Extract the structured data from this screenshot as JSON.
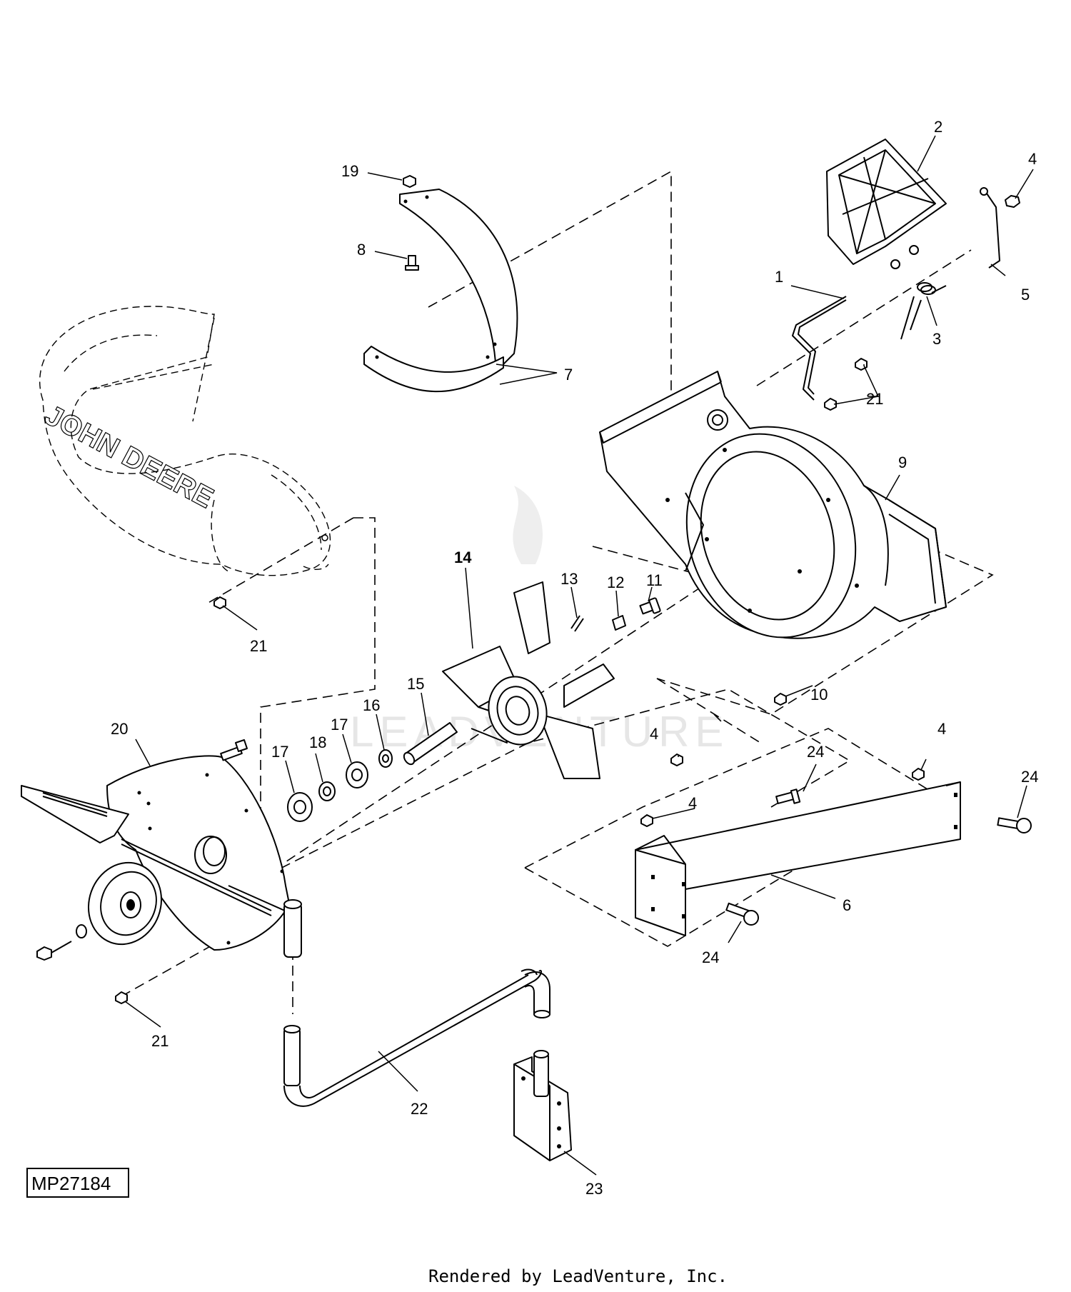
{
  "diagram_id": "MP27184",
  "footer": "Rendered by LeadVenture, Inc.",
  "watermark": "LEADVENTURE",
  "logo_text": "JOHN DEERE",
  "callouts": {
    "c1": "1",
    "c2": "2",
    "c3": "3",
    "c4a": "4",
    "c4b": "4",
    "c4c": "4",
    "c4d": "4",
    "c5": "5",
    "c6": "6",
    "c7": "7",
    "c8": "8",
    "c9": "9",
    "c10": "10",
    "c11": "11",
    "c12": "12",
    "c13": "13",
    "c14": "14",
    "c15": "15",
    "c16": "16",
    "c17a": "17",
    "c17b": "17",
    "c18": "18",
    "c19": "19",
    "c20": "20",
    "c21a": "21",
    "c21b": "21",
    "c21c": "21",
    "c22": "22",
    "c23": "23",
    "c24a": "24",
    "c24b": "24",
    "c24c": "24"
  }
}
